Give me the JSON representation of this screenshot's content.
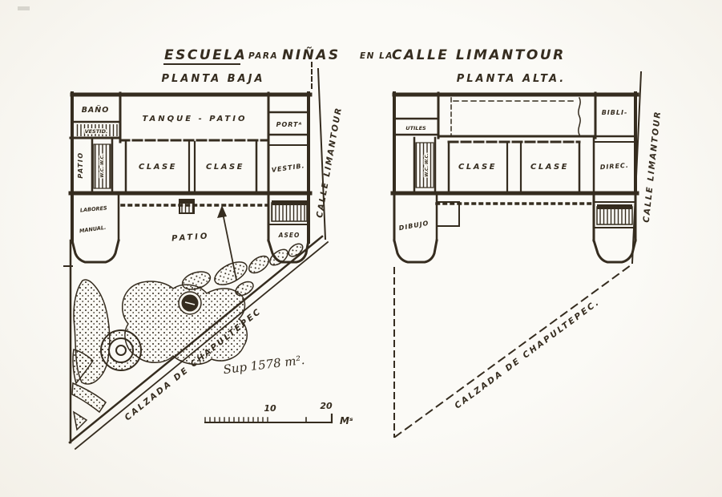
{
  "document_type": "architectural floor plan drawing",
  "colors": {
    "ink": "#352c1f",
    "paper": "#f8f6ef"
  },
  "title": {
    "escuela": "ESCUELA",
    "para": "PARA",
    "ninas": "NIÑAS",
    "en_la": "EN LA",
    "calle": "CALLE LIMANTOUR"
  },
  "baja": {
    "heading": "PLANTA BAJA",
    "bano": "BAÑO",
    "vestid": "VESTID.",
    "tanque": "TANQUE - PATIO",
    "porteria": "PORTᴬ",
    "patio_col": "PATIO",
    "wc": "W.C. W.C.",
    "clase_1": "CLASE",
    "clase_2": "CLASE",
    "vestibulo": "VESTIB.",
    "labores_1": "LABORES",
    "labores_2": "MANUAL.",
    "aseo": "ASEO",
    "patio": "PATIO",
    "calle": "CALLE LIMANTOUR",
    "calzada": "CALZADA DE CHAPULTEPEC",
    "area": "Sup 1578 m²."
  },
  "alta": {
    "heading": "PLANTA ALTA.",
    "utiles": "UTILES",
    "biblioteca": "BIBLI-",
    "wc": "W.C. W.C.",
    "clase_1": "CLASE",
    "clase_2": "CLASE",
    "direccion": "DIREC.",
    "dibujo": "DIBUJO",
    "calle": "CALLE LIMANTOUR",
    "calzada": "CALZADA DE CHAPULTEPEC."
  },
  "scale": {
    "t10": "10",
    "t20": "20",
    "unit": "Mˢ"
  }
}
